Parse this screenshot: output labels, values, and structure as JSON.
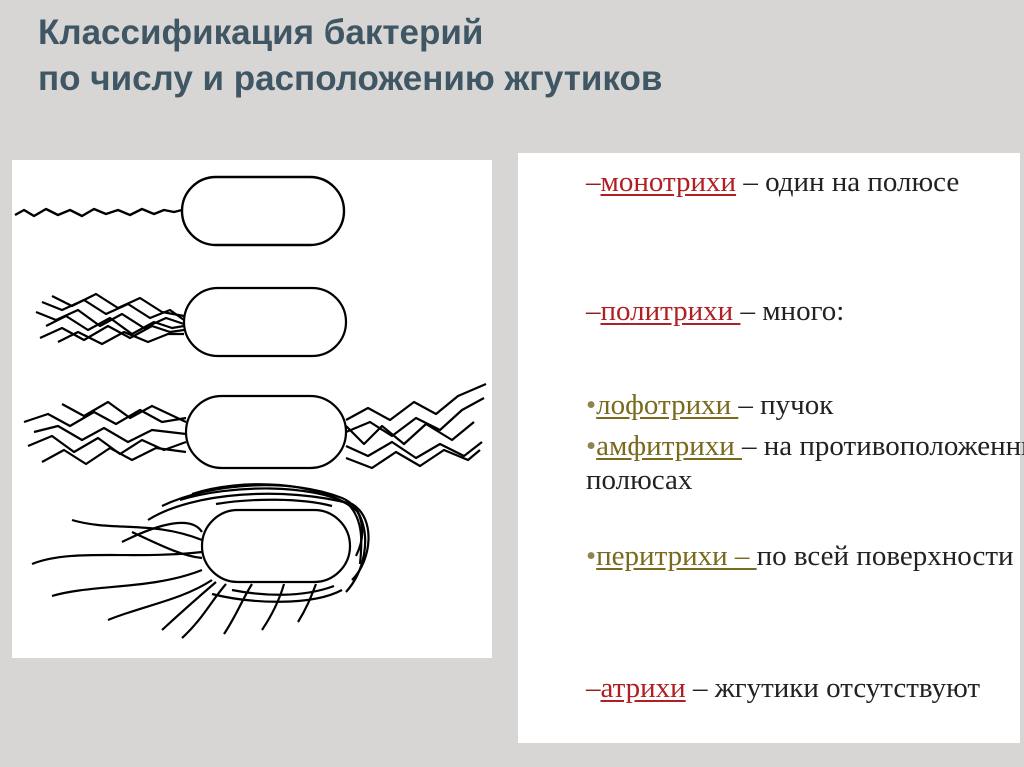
{
  "title": {
    "line1": "Классификация бактерий",
    "line2": "по числу и расположению жгутиков"
  },
  "colors": {
    "background": "#d8d6d4",
    "title": "#3f5664",
    "term_red": "#b11f24",
    "term_olive": "#7a6a1e"
  },
  "figure": {
    "icon_names": [
      "monotrichous-bacterium-icon",
      "lophotrichous-bacterium-icon",
      "amphitrichous-bacterium-icon",
      "peritrichous-bacterium-icon"
    ]
  },
  "list": {
    "monotrichi": {
      "marker": "–",
      "term": "монотрихи",
      "desc": " – один на полюсе"
    },
    "polytrichi": {
      "marker": "–",
      "term": "политрихи ",
      "desc": "– много:"
    },
    "lophotrichi": {
      "marker": "•",
      "term": "лофотрихи ",
      "desc": "– пучок"
    },
    "amphitrichi": {
      "marker": "•",
      "term": "амфитрихи ",
      "desc": "– на противоположенных полюсах"
    },
    "peritrichi": {
      "marker": "•",
      "term": "перитрихи – ",
      "desc": "по всей поверхности"
    },
    "atrichi": {
      "marker": "–",
      "term": "атрихи",
      "desc": " – жгутики отсутствуют"
    }
  }
}
